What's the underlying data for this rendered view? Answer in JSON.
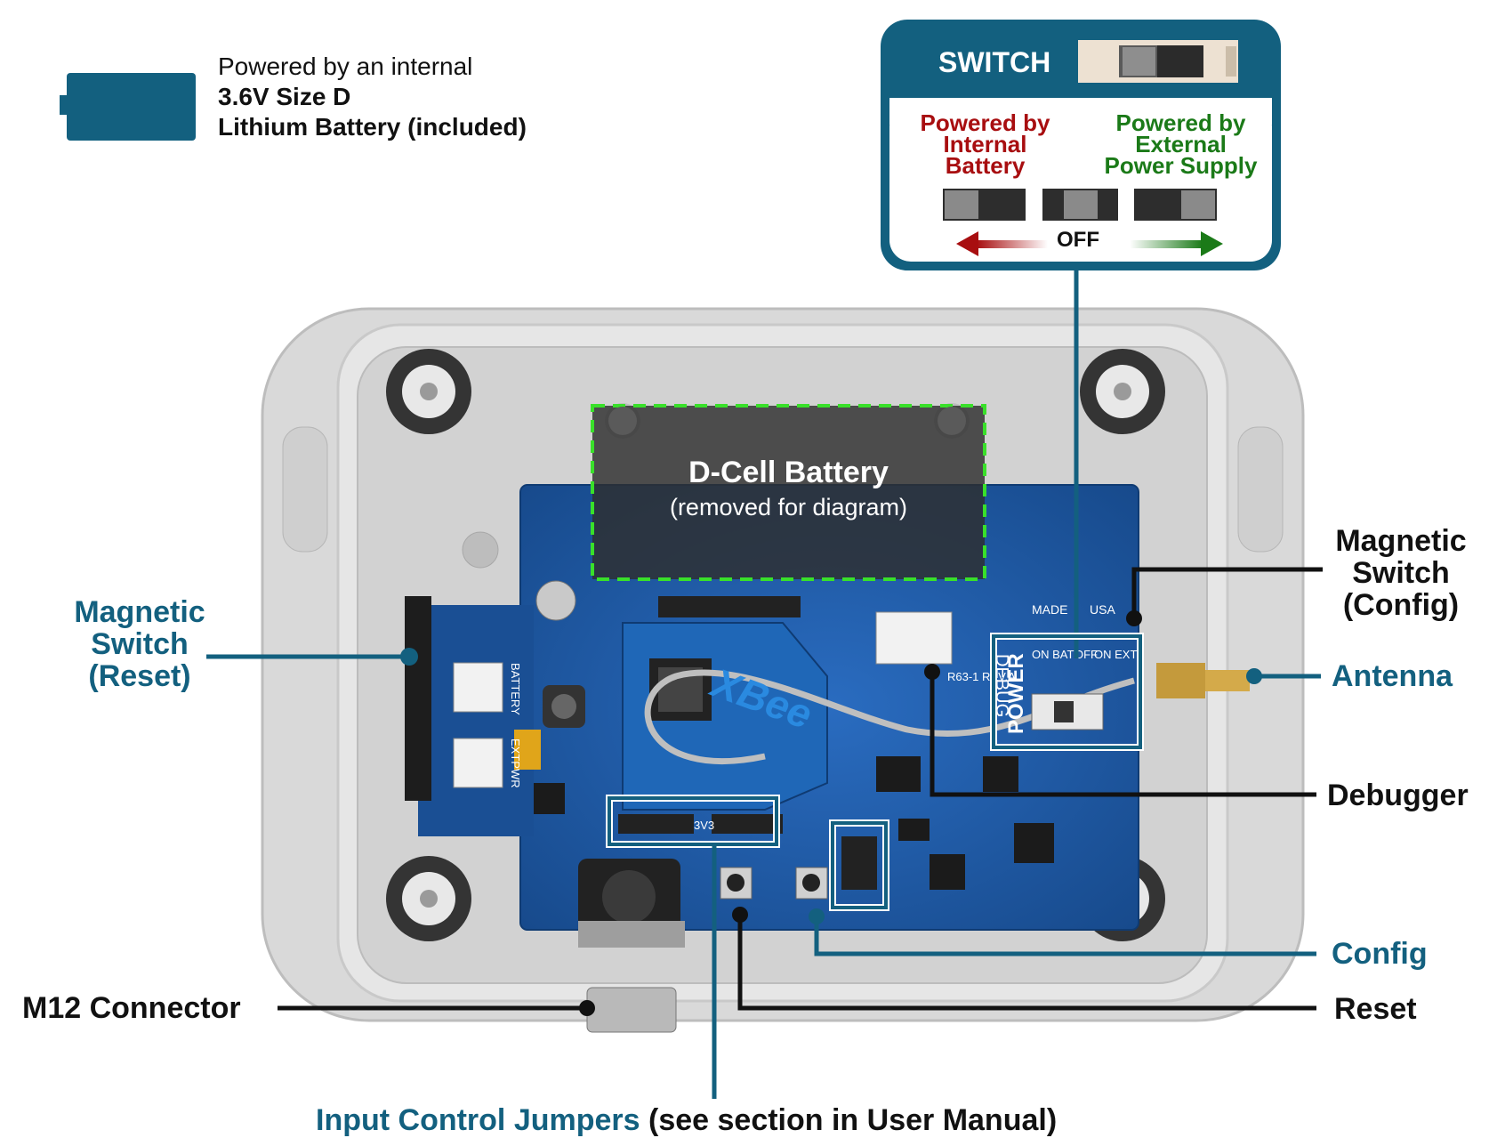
{
  "battery_note": {
    "line1": "Powered by an internal",
    "line2": "3.6V Size D",
    "line3": "Lithium Battery (included)"
  },
  "switch_panel": {
    "title": "SWITCH",
    "left_label": [
      "Powered by",
      "Internal",
      "Battery"
    ],
    "right_label": [
      "Powered by",
      "External",
      "Power Supply"
    ],
    "off_label": "OFF"
  },
  "battery_area": {
    "title": "D-Cell Battery",
    "subtitle": "(removed for diagram)"
  },
  "callouts": {
    "magnetic_reset": [
      "Magnetic",
      "Switch",
      "(Reset)"
    ],
    "magnetic_config": [
      "Magnetic",
      "Switch",
      "(Config)"
    ],
    "antenna": "Antenna",
    "debugger": "Debugger",
    "config": "Config",
    "reset": "Reset",
    "m12": "M12 Connector",
    "jumpers_teal": "Input Control Jumpers",
    "jumpers_black": " (see section in User Manual)"
  },
  "board_text": {
    "xbee": "XBee",
    "power": "POWER",
    "debug": "DEBUG",
    "made": "MADE",
    "usa": "USA",
    "on_bat": "ON BAT",
    "off": "OFF",
    "on_ext": "ON EXT",
    "rev": "R63-1 REV.A",
    "battery": "BATTERY",
    "extpwr": "EXTPWR",
    "v3": "3V3"
  },
  "colors": {
    "teal": "#13607f",
    "pcb_blue": "#1f5ca8",
    "enclosure": "#dcdcdc",
    "red_arrow": "#a80e10",
    "green_arrow": "#1b7a18",
    "green_dash": "#39e02a"
  }
}
